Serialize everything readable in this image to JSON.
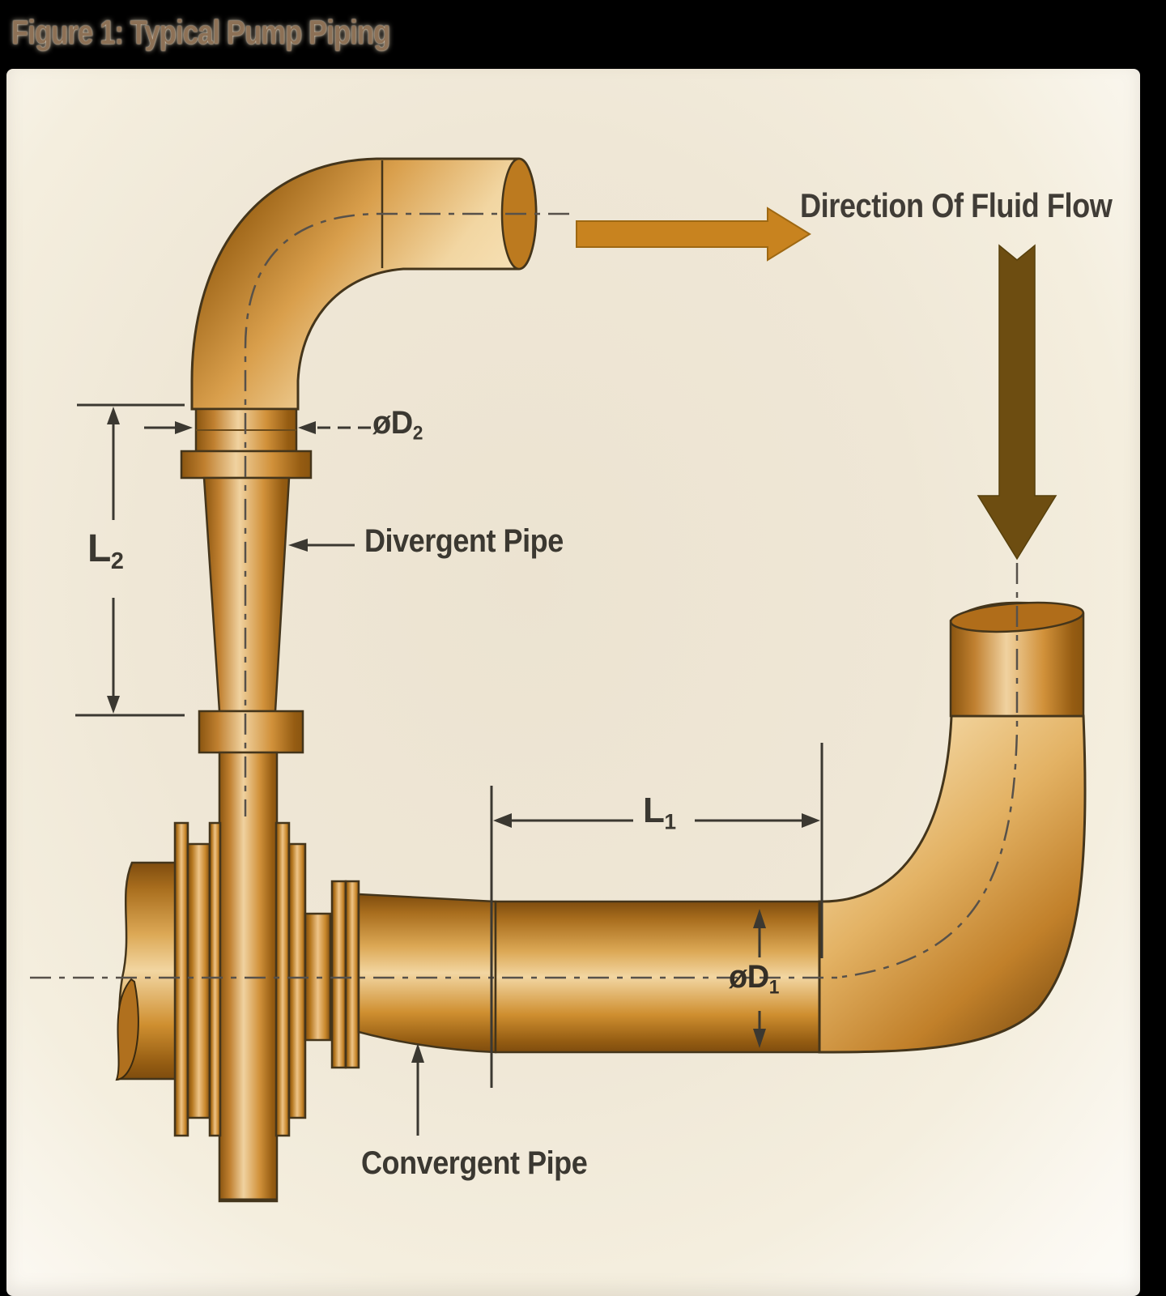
{
  "title": "Figure 1: Typical Pump Piping",
  "annotations": {
    "flow_direction": "Direction Of Fluid Flow",
    "divergent_pipe": "Divergent Pipe",
    "convergent_pipe": "Convergent Pipe"
  },
  "dimensions": {
    "discharge_diameter": {
      "base": "øD",
      "sub": "2"
    },
    "discharge_length": {
      "base": "L",
      "sub": "2"
    },
    "suction_length": {
      "base": "L",
      "sub": "1"
    },
    "suction_diameter": {
      "base": "øD",
      "sub": "1"
    }
  },
  "colors": {
    "frame": "#000000",
    "canvas": "#efe7d6",
    "pipe_highlight": "#f2d6a2",
    "pipe_mid": "#d89a45",
    "pipe_dark": "#7e4c0e",
    "pipe_outline": "#44351b",
    "flow_arrow_horizontal": "#c8831f",
    "flow_arrow_vertical": "#6d4d11",
    "dimension_lines": "#3b3831",
    "annotation_text": "#3b3831",
    "title_text": "#8d7156"
  }
}
